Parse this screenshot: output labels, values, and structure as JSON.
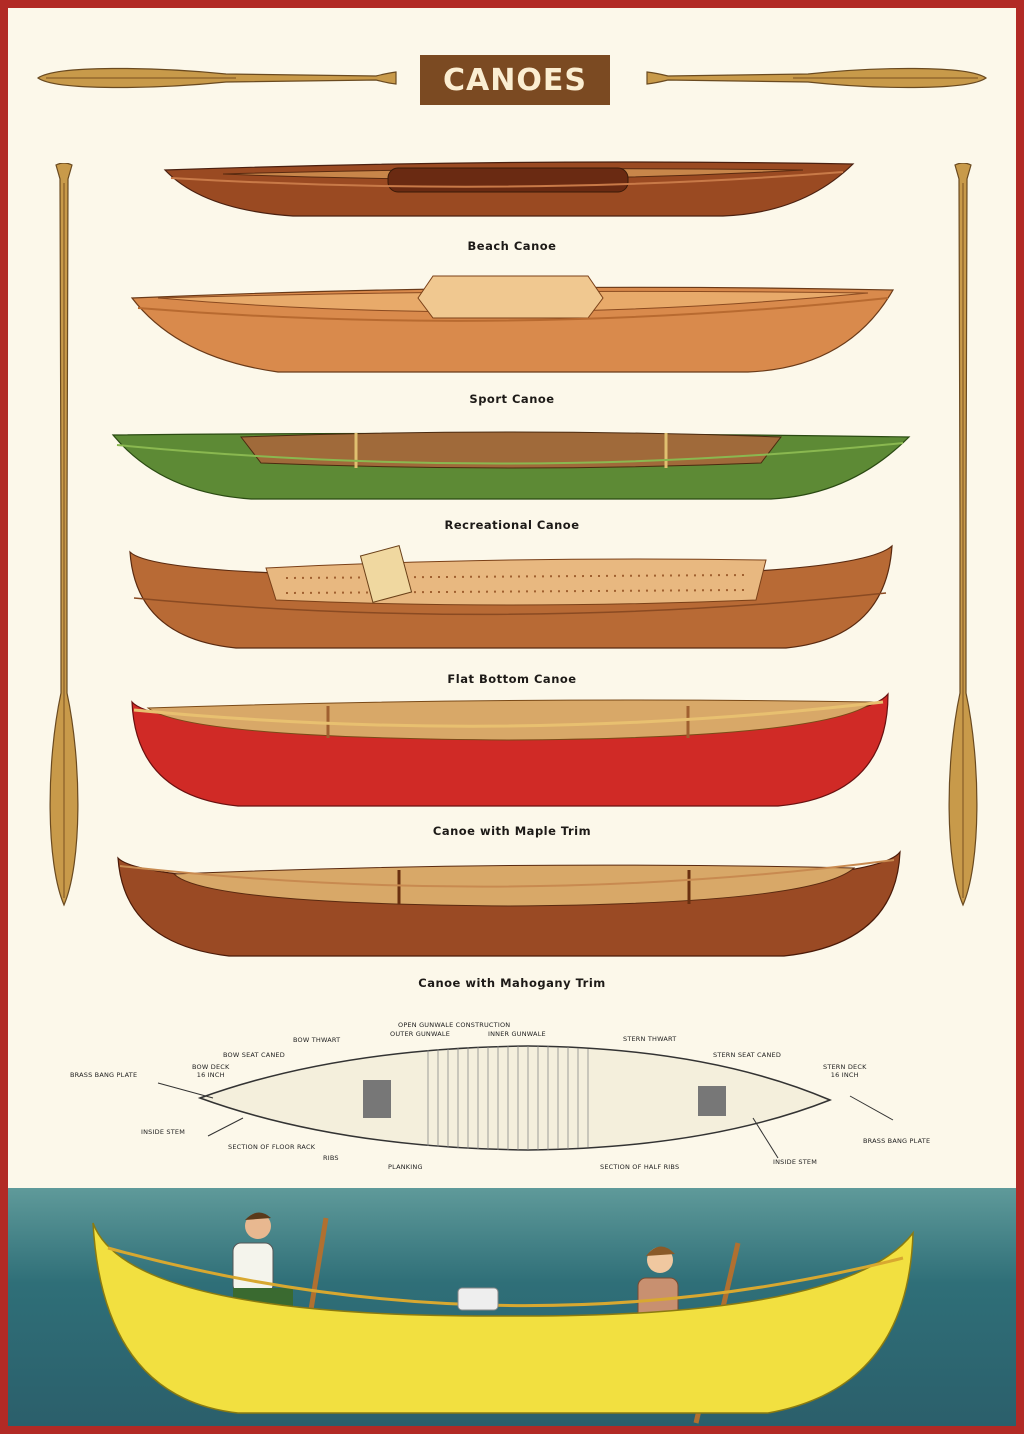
{
  "title": "CANOES",
  "canoes": [
    {
      "name": "Beach Canoe",
      "color": "#9a4a22"
    },
    {
      "name": "Sport Canoe",
      "color": "#d98a4c"
    },
    {
      "name": "Recreational Canoe",
      "color": "#5d8a35"
    },
    {
      "name": "Flat Bottom Canoe",
      "color": "#b86a35"
    },
    {
      "name": "Canoe with Maple Trim",
      "color": "#d02a26"
    },
    {
      "name": "Canoe with Mahogany Trim",
      "color": "#9a4a24"
    }
  ],
  "diagram": {
    "labels": {
      "open_gunwale": "OPEN GUNWALE CONSTRUCTION",
      "outer_gunwale": "OUTER GUNWALE",
      "inner_gunwale": "INNER GUNWALE",
      "bow_thwart": "BOW THWART",
      "stern_thwart": "STERN THWART",
      "bow_seat": "BOW SEAT CANED",
      "stern_seat": "STERN SEAT CANED",
      "bow_deck": "BOW DECK",
      "bow_deck_size": "16 INCH",
      "stern_deck": "STERN DECK",
      "stern_deck_size": "16 INCH",
      "brass_left": "BRASS BANG PLATE",
      "brass_right": "BRASS BANG PLATE",
      "inside_stem_left": "INSIDE STEM",
      "inside_stem_right": "INSIDE STEM",
      "floor_rack": "SECTION OF FLOOR RACK",
      "ribs": "RIBS",
      "planking": "PLANKING",
      "half_ribs": "SECTION OF HALF RIBS"
    }
  },
  "colors": {
    "border": "#b22a25",
    "background": "#fcf8ea",
    "title_box": "#7b4a22",
    "paddle": "#c89a4a",
    "yellow_canoe": "#f2e040"
  }
}
